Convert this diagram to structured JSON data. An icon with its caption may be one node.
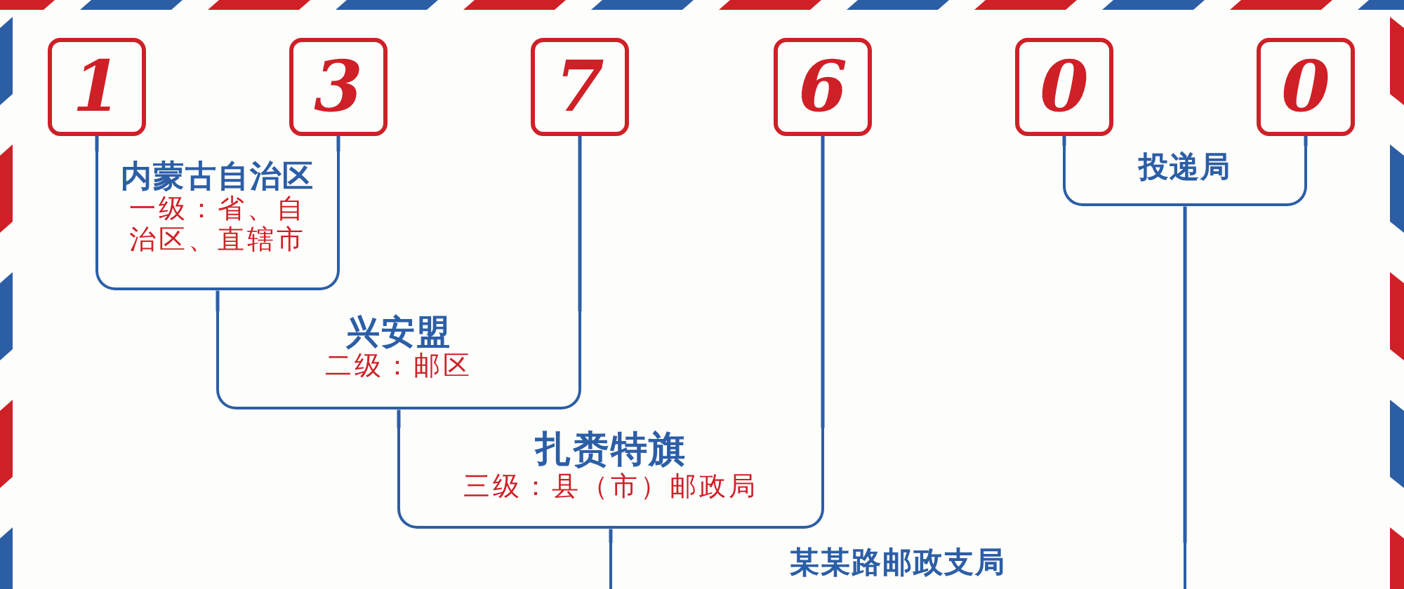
{
  "diagram": {
    "nodes": [
      {
        "text": [
          "1"
        ]
      },
      {
        "text": [
          "3"
        ]
      },
      {
        "text": [
          "7"
        ]
      },
      {
        "text": [
          "6"
        ]
      },
      {
        "text": [
          "0"
        ]
      },
      {
        "text": [
          "0"
        ]
      },
      {
        "text": [
          "内蒙古自治区",
          "一级：省、自治区、直辖市"
        ]
      },
      {
        "text": [
          "投递局"
        ]
      },
      {
        "text": [
          "兴安盟",
          "二级：邮区"
        ]
      },
      {
        "text": [
          "扎赉特旗",
          "三级：县（市）邮政局"
        ]
      },
      {
        "text": [
          "某某路邮政支局"
        ]
      }
    ],
    "edges": [
      {
        "from": 0,
        "to": 6,
        "arrow": "none"
      },
      {
        "from": 1,
        "to": 6,
        "arrow": "none"
      },
      {
        "from": 6,
        "to": 8,
        "arrow": "none"
      },
      {
        "from": 2,
        "to": 8,
        "arrow": "none"
      },
      {
        "from": 8,
        "to": 9,
        "arrow": "none"
      },
      {
        "from": 3,
        "to": 9,
        "arrow": "none"
      },
      {
        "from": 4,
        "to": 7,
        "arrow": "none"
      },
      {
        "from": 5,
        "to": 7,
        "arrow": "none"
      },
      {
        "from": 9,
        "to": 10,
        "arrow": "none"
      },
      {
        "from": 7,
        "to": 10,
        "arrow": "none"
      }
    ]
  }
}
